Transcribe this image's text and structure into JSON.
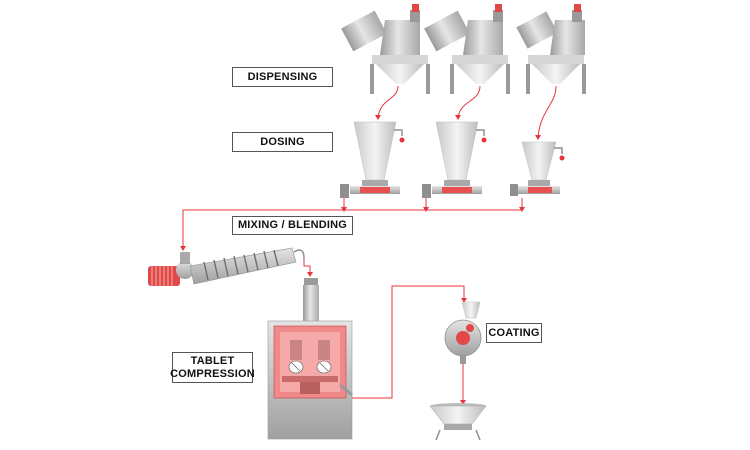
{
  "stages": {
    "dispensing": "DISPENSING",
    "dosing": "DOSING",
    "mixing": "MIXING / BLENDING",
    "tablet_line1": "TABLET",
    "tablet_line2": "COMPRESSION",
    "coating": "COATING"
  },
  "colors": {
    "flow_line": "#e8343c",
    "equipment": "#c8c8c8",
    "equipment_dark": "#8f8f8f",
    "accent": "#e03a3a",
    "label_border": "#555555"
  }
}
